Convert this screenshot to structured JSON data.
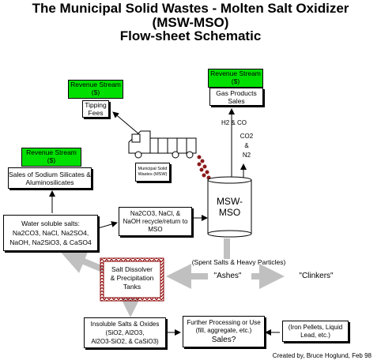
{
  "title": {
    "line1": "The Municipal Solid Wastes - Molten Salt Oxidizer",
    "line2": "(MSW-MSO)",
    "line3": "Flow-sheet Schematic"
  },
  "revenue_streams": {
    "tipping": {
      "label": "Revenue Stream",
      "symbol": "($)"
    },
    "silicates": {
      "label": "Revenue Stream",
      "symbol": "($)"
    },
    "gas": {
      "label": "Revenue Stream",
      "symbol": "($)"
    }
  },
  "boxes": {
    "tipping_fees": "Tipping Fees",
    "gas_products": "Gas Products Sales",
    "sodium_silicates": "Sales of Sodium Silicates & Aluminosilicates",
    "water_soluble_title": "Water soluble salts:",
    "water_soluble_line2": "Na2CO3, NaCl, Na2SO4,",
    "water_soluble_line3": "NaOH, Na2SiO3, & CaSO4",
    "recycle_line1": "Na2CO3, NaCl, &",
    "recycle_line2": "NaOH recycle/return to MSO",
    "mso_line1": "MSW-",
    "mso_line2": "MSO",
    "truck_label": "Municipal Solid Wastes (MSW)",
    "dissolver_line1": "Salt Dissolver",
    "dissolver_line2": "& Precipitation",
    "dissolver_line3": "Tanks",
    "insoluble_line1": "Insoluble Salts & Oxides",
    "insoluble_line2": "(SiO2, Al2O3,",
    "insoluble_line3": "Al2O3-SiO2, & CaSiO3)",
    "further_line1": "Further Processing or Use",
    "further_line2": "(fill, aggregate, etc.)",
    "further_line3": "Sales?",
    "iron_line1": "(Iron Pellets, Liquid",
    "iron_line2": "Lead, etc.)"
  },
  "labels": {
    "h2_co": "H2 & CO",
    "co2": "CO2",
    "amp": "&",
    "n2": "N2",
    "spent": "(Spent Salts & Heavy Particles)",
    "ashes": "\"Ashes\"",
    "clinkers": "\"Clinkers\""
  },
  "credit": "Created by, Bruce Hoglund, Feb 98",
  "colors": {
    "revenue_green": "#00e000",
    "arrow_gray": "#c0c0c0"
  }
}
